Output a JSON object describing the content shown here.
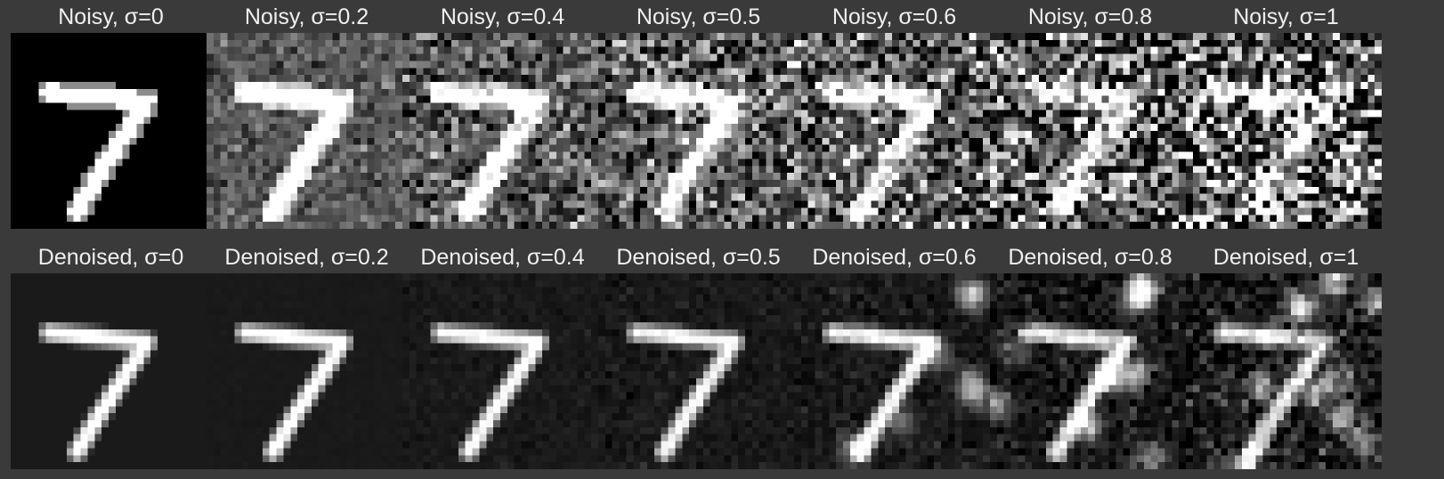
{
  "rows": [
    {
      "kind": "noisy",
      "panels": [
        {
          "title": "Noisy, σ=0",
          "sigma": 0
        },
        {
          "title": "Noisy, σ=0.2",
          "sigma": 0.2
        },
        {
          "title": "Noisy, σ=0.4",
          "sigma": 0.4
        },
        {
          "title": "Noisy, σ=0.5",
          "sigma": 0.5
        },
        {
          "title": "Noisy, σ=0.6",
          "sigma": 0.6
        },
        {
          "title": "Noisy, σ=0.8",
          "sigma": 0.8
        },
        {
          "title": "Noisy, σ=1",
          "sigma": 1
        }
      ]
    },
    {
      "kind": "denoised",
      "panels": [
        {
          "title": "Denoised, σ=0",
          "sigma": 0
        },
        {
          "title": "Denoised, σ=0.2",
          "sigma": 0.2
        },
        {
          "title": "Denoised, σ=0.4",
          "sigma": 0.4
        },
        {
          "title": "Denoised, σ=0.5",
          "sigma": 0.5
        },
        {
          "title": "Denoised, σ=0.6",
          "sigma": 0.6
        },
        {
          "title": "Denoised, σ=0.8",
          "sigma": 0.8
        },
        {
          "title": "Denoised, σ=1",
          "sigma": 1
        }
      ]
    }
  ],
  "colors": {
    "background": "#3a3a3a",
    "title_text": "#f0f0f0"
  }
}
